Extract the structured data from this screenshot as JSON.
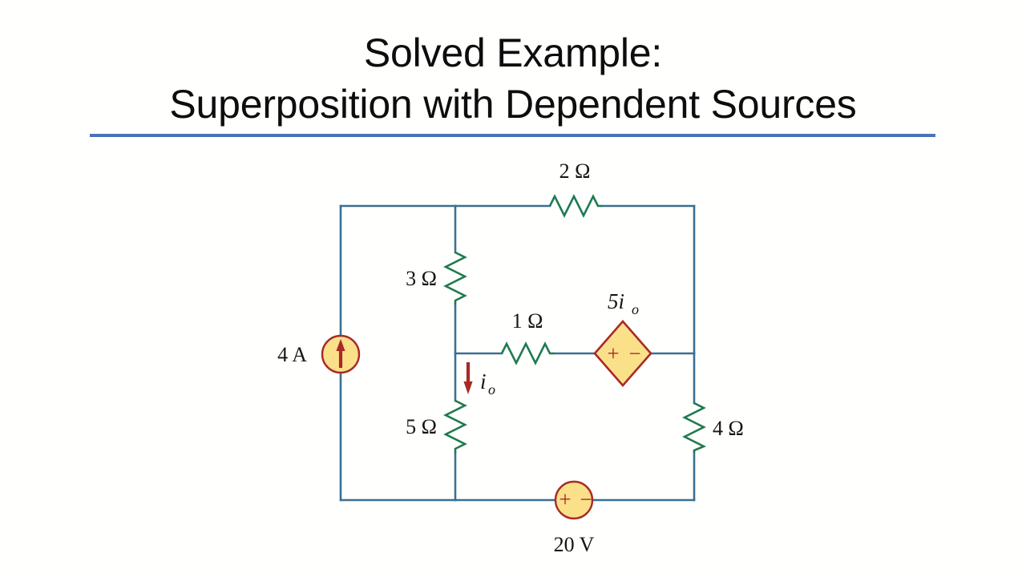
{
  "slide": {
    "title_line1": "Solved Example:",
    "title_line2": "Superposition with Dependent Sources",
    "rule_color": "#4a72b8",
    "background": "#fffffd"
  },
  "circuit": {
    "wire_color": "#3a6f93",
    "resistor_color": "#1f7a4f",
    "source_fill": "#fbe08a",
    "source_stroke": "#a82a26",
    "arrow_color": "#a82a26",
    "labels": {
      "r_top": "2 Ω",
      "r_upper_mid": "3 Ω",
      "r_series": "1 Ω",
      "r_lower_mid": "5 Ω",
      "r_right": "4 Ω",
      "current_source": "4 A",
      "voltage_source": "20 V",
      "dependent_source_coeff": "5i",
      "dependent_source_sub": "o",
      "branch_current": "i",
      "branch_current_sub": "o",
      "plus_sign": "+",
      "minus_sign": "−"
    },
    "elements": [
      {
        "name": "current-source-4a",
        "type": "independent-current-source",
        "value": "4 A",
        "symbol": "circle-with-up-arrow"
      },
      {
        "name": "resistor-3-ohm",
        "type": "resistor",
        "value": "3 Ω",
        "orientation": "vertical"
      },
      {
        "name": "resistor-2-ohm",
        "type": "resistor",
        "value": "2 Ω",
        "orientation": "horizontal"
      },
      {
        "name": "resistor-1-ohm",
        "type": "resistor",
        "value": "1 Ω",
        "orientation": "horizontal"
      },
      {
        "name": "resistor-5-ohm",
        "type": "resistor",
        "value": "5 Ω",
        "orientation": "vertical"
      },
      {
        "name": "resistor-4-ohm",
        "type": "resistor",
        "value": "4 Ω",
        "orientation": "vertical"
      },
      {
        "name": "dependent-voltage-source",
        "type": "dependent-voltage-source",
        "value": "5i_o",
        "symbol": "diamond-plus-minus"
      },
      {
        "name": "voltage-source-20v",
        "type": "independent-voltage-source",
        "value": "20 V",
        "symbol": "circle-plus-minus"
      },
      {
        "name": "current-arrow-io",
        "type": "current-direction-arrow",
        "value": "i_o",
        "direction": "down"
      }
    ]
  }
}
